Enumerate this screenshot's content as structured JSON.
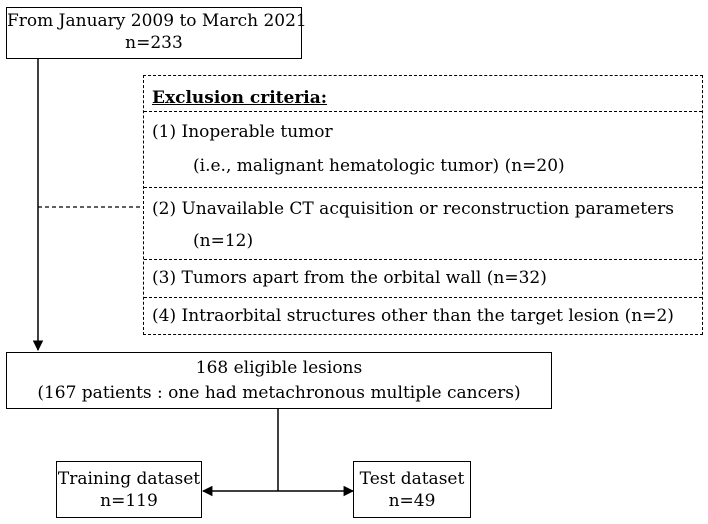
{
  "start_box": {
    "line1": "From January 2009 to March 2021",
    "line2": "n=233"
  },
  "exclusion": {
    "heading": "Exclusion criteria:",
    "items": [
      {
        "line1": "(1) Inoperable tumor",
        "line2": "(i.e., malignant hematologic tumor) (n=20)"
      },
      {
        "line1": "(2) Unavailable CT acquisition or reconstruction parameters",
        "line2": "(n=12)"
      },
      {
        "line1": "(3) Tumors apart from the orbital wall (n=32)"
      },
      {
        "line1": "(4) Intraorbital structures other than the target lesion (n=2)"
      }
    ]
  },
  "eligible_box": {
    "line1": "168 eligible lesions",
    "line2": "(167 patients : one had metachronous multiple cancers)"
  },
  "training_box": {
    "line1": "Training dataset",
    "line2": "n=119"
  },
  "test_box": {
    "line1": "Test dataset",
    "line2": "n=49"
  }
}
